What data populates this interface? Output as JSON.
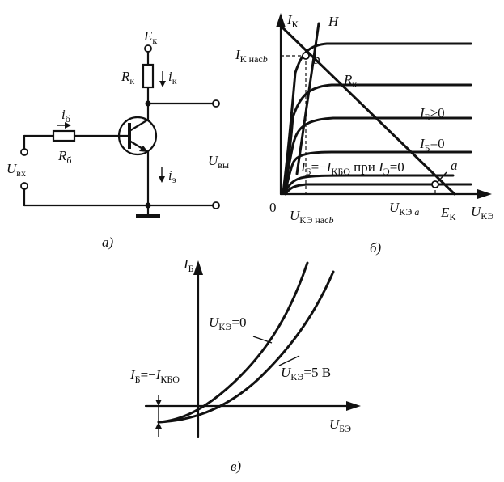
{
  "panel_a": {
    "caption": "а)",
    "ek": {
      "main": "E",
      "sub": "к"
    },
    "rk": {
      "main": "R",
      "sub": "к"
    },
    "ik": {
      "main": "i",
      "sub": "к"
    },
    "ib": {
      "main": "i",
      "sub": "б"
    },
    "rb": {
      "main": "R",
      "sub": "б"
    },
    "ie": {
      "main": "i",
      "sub": "э"
    },
    "uin": {
      "main": "U",
      "sub": "вх"
    },
    "uout": {
      "main": "U",
      "sub": "вы"
    }
  },
  "panel_b": {
    "caption": "б)",
    "y_axis": {
      "main": "I",
      "sub": "К"
    },
    "x_axis": {
      "main": "U",
      "sub": "КЭ"
    },
    "origin": "0",
    "h_label": "H",
    "ik_sat": {
      "main": "I",
      "sub": "К нас",
      "subi": "b"
    },
    "point_b": "b",
    "point_a": "a",
    "rk_line": {
      "main": "R",
      "sub": "к"
    },
    "ib_pos": {
      "main": "I",
      "sub": "Б",
      "rest": ">0"
    },
    "ib_zero": {
      "main": "I",
      "sub": "Б",
      "rest": "=0"
    },
    "ib_neg": {
      "main": "I",
      "sub": "Б",
      "mid": "=−",
      "main2": "I",
      "sub2": "КБО",
      "rest": " при ",
      "main3": "I",
      "sub3": "Э",
      "rest2": "=0"
    },
    "uce_sat": {
      "main": "U",
      "sub": "КЭ нас",
      "subi": "b"
    },
    "uce_a": {
      "main": "U",
      "sub": "КЭ",
      "subi": "a"
    },
    "ek": {
      "main": "E",
      "sub": "К"
    }
  },
  "panel_v": {
    "caption": "в)",
    "y_axis": {
      "main": "I",
      "sub": "Б"
    },
    "x_axis": {
      "main": "U",
      "sub": "БЭ"
    },
    "curve_0": {
      "main": "U",
      "sub": "КЭ",
      "rest": "=0"
    },
    "curve_5": {
      "main": "U",
      "sub": "КЭ",
      "rest": "=5 В"
    },
    "ib_neg": {
      "main": "I",
      "sub": "Б",
      "mid": "=−",
      "main2": "I",
      "sub2": "КБО"
    }
  }
}
